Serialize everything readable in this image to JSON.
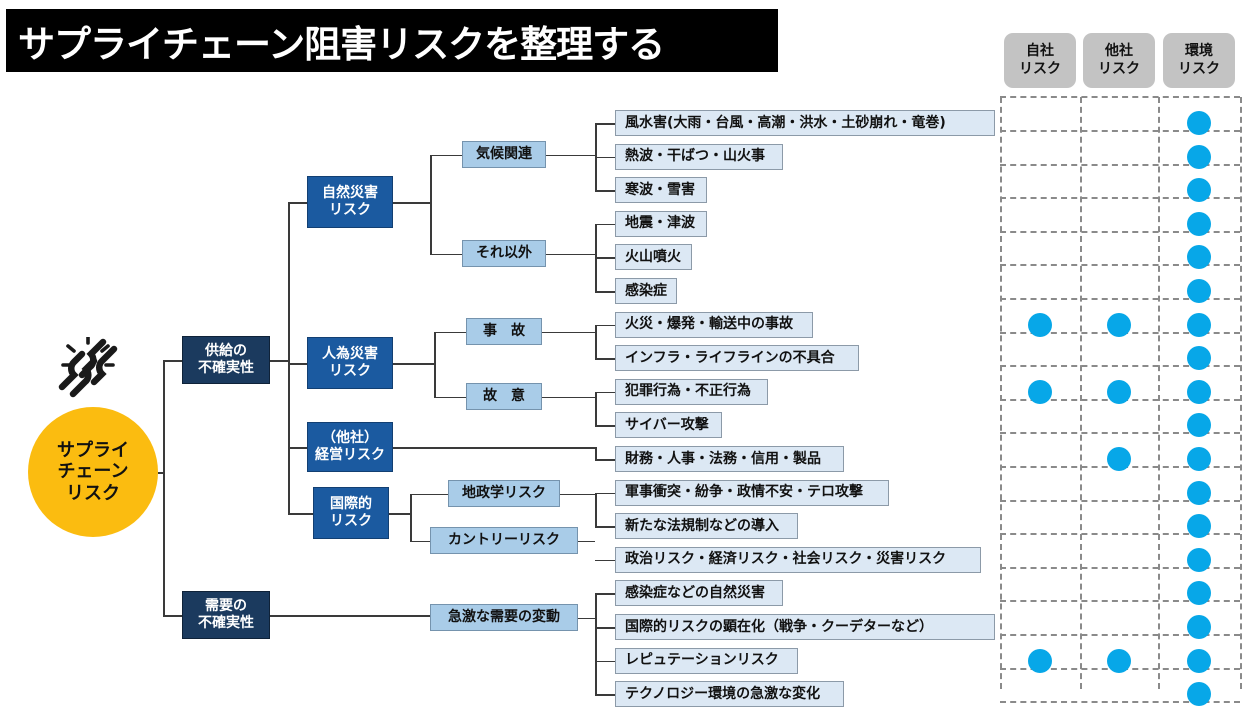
{
  "title": "サプライチェーン阻害リスクを整理する",
  "root": {
    "label_lines": [
      "サプライ",
      "チェーン",
      "リスク"
    ],
    "icon": "broken-chain-icon",
    "color": "#FBBC10"
  },
  "columns": [
    {
      "id": "own",
      "lines": [
        "自社",
        "リスク"
      ]
    },
    {
      "id": "other",
      "lines": [
        "他社",
        "リスク"
      ]
    },
    {
      "id": "env",
      "lines": [
        "環境",
        "リスク"
      ]
    }
  ],
  "level1": [
    {
      "id": "supply",
      "lines": [
        "供給の",
        "不確実性"
      ]
    },
    {
      "id": "demand",
      "lines": [
        "需要の",
        "不確実性"
      ]
    }
  ],
  "level2": [
    {
      "id": "natural",
      "lines": [
        "自然災害",
        "リスク"
      ]
    },
    {
      "id": "manmade",
      "lines": [
        "人為災害",
        "リスク"
      ]
    },
    {
      "id": "management",
      "lines": [
        "（他社）",
        "経営リスク"
      ]
    },
    {
      "id": "international",
      "lines": [
        "国際的",
        "リスク"
      ]
    }
  ],
  "level3": [
    {
      "id": "climate",
      "label": "気候関連"
    },
    {
      "id": "other-nat",
      "label": "それ以外"
    },
    {
      "id": "accident",
      "label": "事　故"
    },
    {
      "id": "intent",
      "label": "故　意"
    },
    {
      "id": "geopolitical",
      "label": "地政学リスク"
    },
    {
      "id": "country",
      "label": "カントリーリスク"
    },
    {
      "id": "demand-swing",
      "label": "急激な需要の変動"
    }
  ],
  "leaves": [
    {
      "label": "風水害(大雨・台風・高潮・洪水・土砂崩れ・竜巻)",
      "own": false,
      "other": false,
      "env": true
    },
    {
      "label": "熱波・干ばつ・山火事",
      "own": false,
      "other": false,
      "env": true
    },
    {
      "label": "寒波・雪害",
      "own": false,
      "other": false,
      "env": true
    },
    {
      "label": "地震・津波",
      "own": false,
      "other": false,
      "env": true
    },
    {
      "label": "火山噴火",
      "own": false,
      "other": false,
      "env": true
    },
    {
      "label": "感染症",
      "own": false,
      "other": false,
      "env": true
    },
    {
      "label": "火災・爆発・輸送中の事故",
      "own": true,
      "other": true,
      "env": true
    },
    {
      "label": "インフラ・ライフラインの不具合",
      "own": false,
      "other": false,
      "env": true
    },
    {
      "label": "犯罪行為・不正行為",
      "own": true,
      "other": true,
      "env": true
    },
    {
      "label": "サイバー攻撃",
      "own": false,
      "other": false,
      "env": true
    },
    {
      "label": "財務・人事・法務・信用・製品",
      "own": false,
      "other": true,
      "env": true
    },
    {
      "label": "軍事衝突・紛争・政情不安・テロ攻撃",
      "own": false,
      "other": false,
      "env": true
    },
    {
      "label": "新たな法規制などの導入",
      "own": false,
      "other": false,
      "env": true
    },
    {
      "label": "政治リスク・経済リスク・社会リスク・災害リスク",
      "own": false,
      "other": false,
      "env": true
    },
    {
      "label": "感染症などの自然災害",
      "own": false,
      "other": false,
      "env": true
    },
    {
      "label": "国際的リスクの顕在化（戦争・クーデターなど）",
      "own": false,
      "other": false,
      "env": true
    },
    {
      "label": "レピュテーションリスク",
      "own": true,
      "other": true,
      "env": true
    },
    {
      "label": "テクノロジー環境の急激な変化",
      "own": false,
      "other": false,
      "env": true
    }
  ],
  "colors": {
    "accent_dot": "#07A7E8",
    "level1_bg": "#1B3A5E",
    "level2_bg": "#1B5AA0",
    "level3_bg": "#A9CCE8",
    "leaf_bg": "#DCE8F4",
    "root_bg": "#FBBC10",
    "title_bg": "#000000",
    "col_head_bg": "#C3C3C3"
  }
}
